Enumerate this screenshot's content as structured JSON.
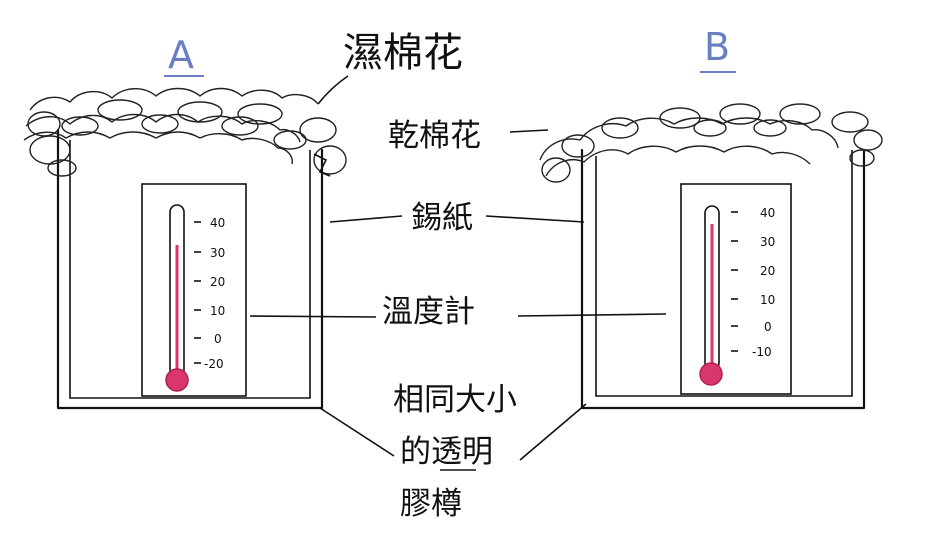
{
  "labels": {
    "cup_a": "A",
    "cup_b": "B",
    "wet_cotton": "濕棉花",
    "dry_cotton": "乾棉花",
    "foil": "錫紙",
    "thermometer": "溫度計",
    "cup_desc_line1": "相同大小",
    "cup_desc_line2": "的透明",
    "cup_desc_line3": "膠樽"
  },
  "thermometer_a": {
    "scale": [
      "40",
      "30",
      "20",
      "10",
      "0",
      "-20"
    ]
  },
  "thermometer_b": {
    "scale": [
      "40",
      "30",
      "20",
      "10",
      "0",
      "-10"
    ]
  },
  "colors": {
    "ink": "#111111",
    "mercury": "#d9366f",
    "letter": "#6a7fc2"
  }
}
